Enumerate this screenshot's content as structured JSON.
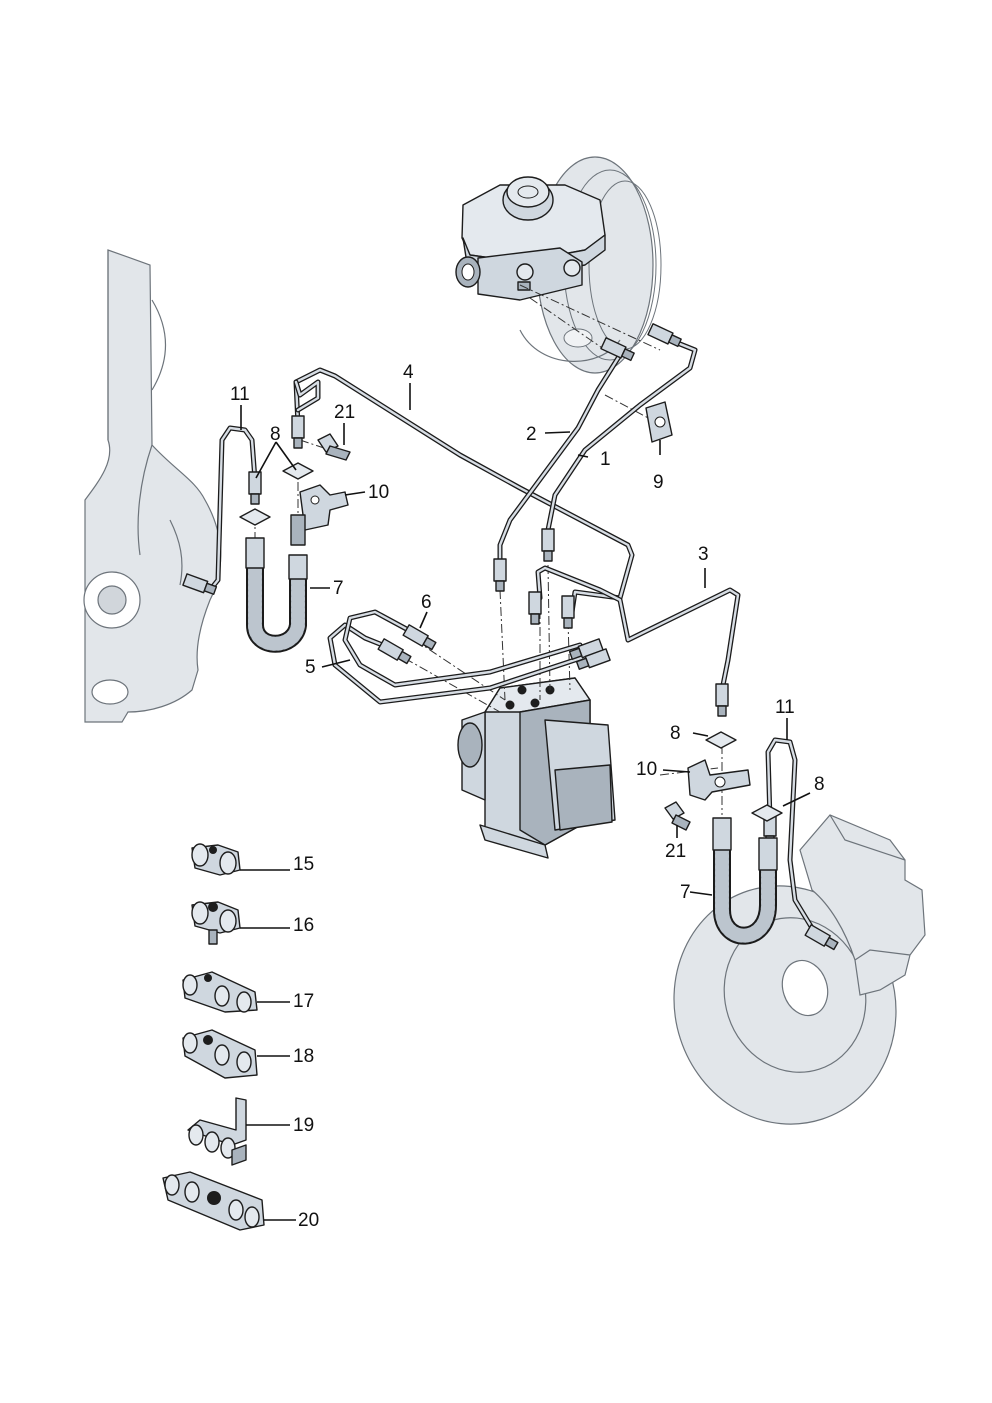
{
  "diagram": {
    "callouts": {
      "c1": "1",
      "c2": "2",
      "c3": "3",
      "c4": "4",
      "c5": "5",
      "c6": "6",
      "c7_left": "7",
      "c7_right": "7",
      "c8_left": "8",
      "c8_right_upper": "8",
      "c8_right_lower": "8",
      "c9": "9",
      "c10_left": "10",
      "c10_right": "10",
      "c11_left": "11",
      "c11_right": "11",
      "c15": "15",
      "c16": "16",
      "c17": "17",
      "c18": "18",
      "c19": "19",
      "c20": "20",
      "c21_left": "21",
      "c21_right": "21"
    }
  }
}
